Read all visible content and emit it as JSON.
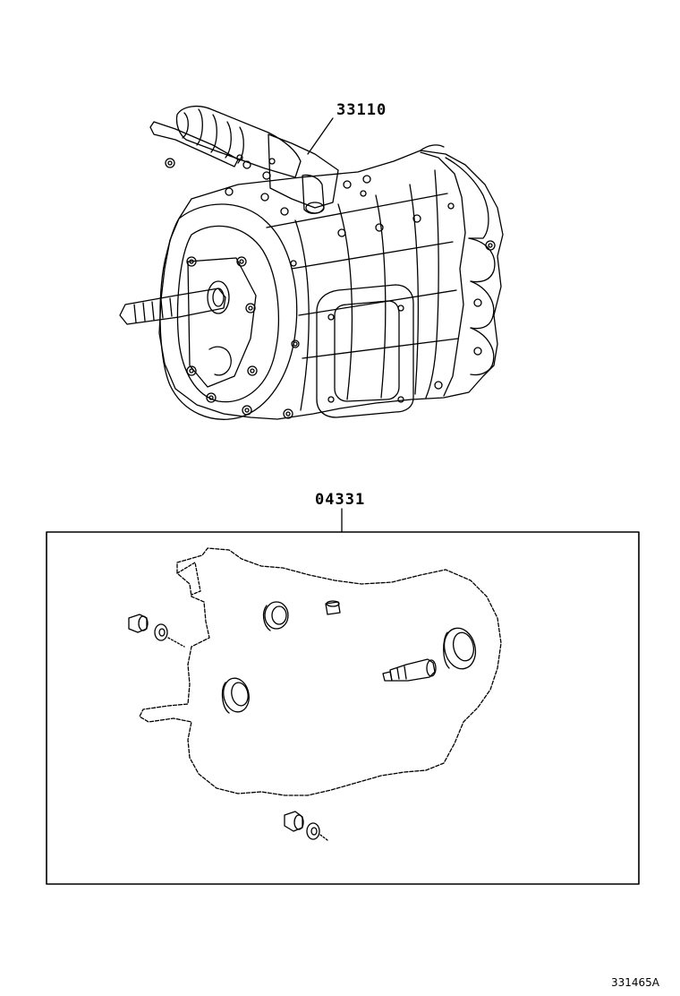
{
  "parts": [
    {
      "number": "33110"
    },
    {
      "number": "04331"
    }
  ],
  "drawing_id": "331465A"
}
